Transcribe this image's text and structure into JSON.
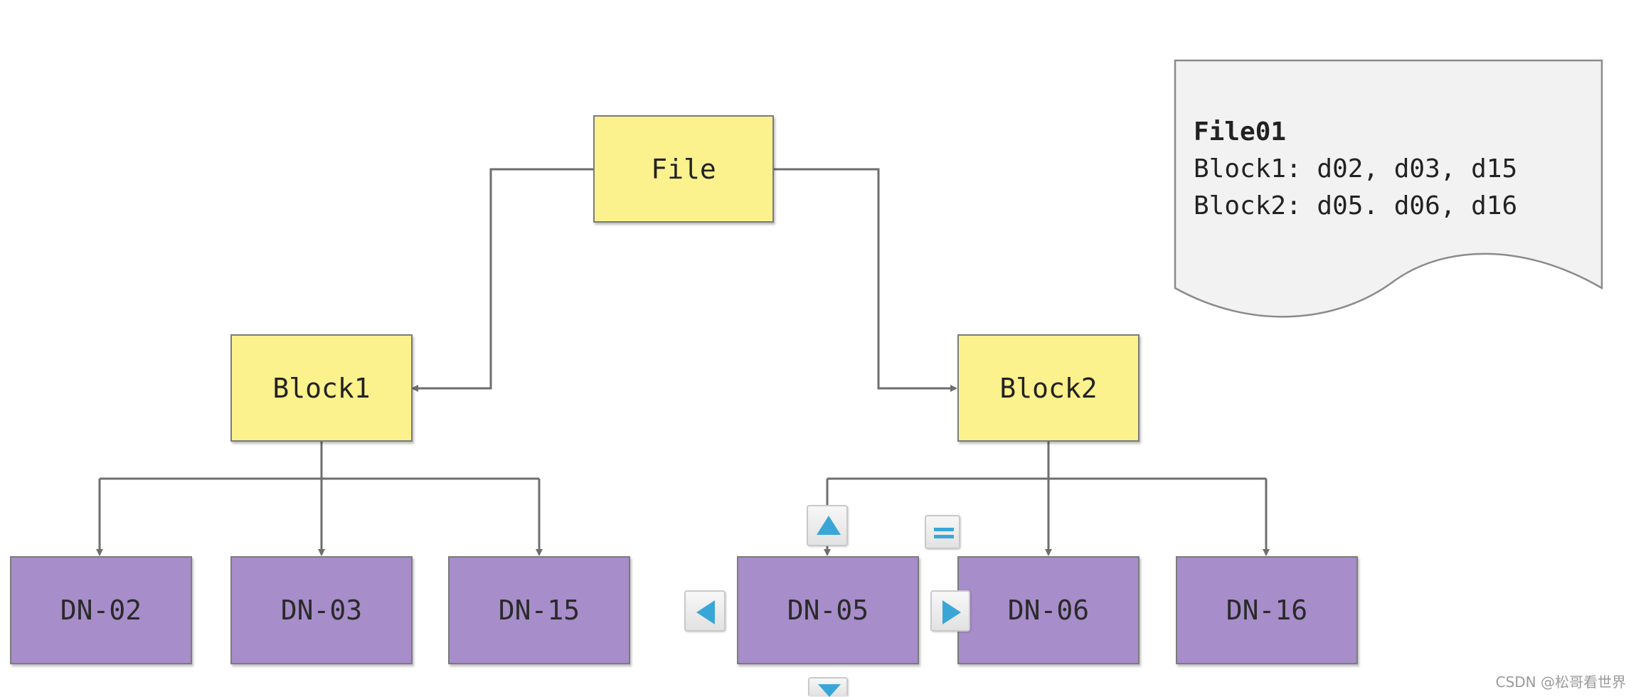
{
  "nodes": {
    "file": "File",
    "block1": "Block1",
    "block2": "Block2",
    "dn02": "DN-02",
    "dn03": "DN-03",
    "dn15": "DN-15",
    "dn05": "DN-05",
    "dn06": "DN-06",
    "dn16": "DN-16"
  },
  "note": {
    "title": "File01",
    "line1": "Block1: d02, d03, d15",
    "line2": "Block2: d05. d06, d16"
  },
  "colors": {
    "block_fill": "#fbf28d",
    "datanode_fill": "#a78dc9",
    "connector": "#6e6e6e",
    "control_arrow": "#3aa6d8"
  },
  "controls": [
    "arrow-up-icon",
    "arrow-down-icon",
    "arrow-left-icon",
    "arrow-right-icon",
    "equals-icon"
  ],
  "watermark": "CSDN @松哥看世界"
}
